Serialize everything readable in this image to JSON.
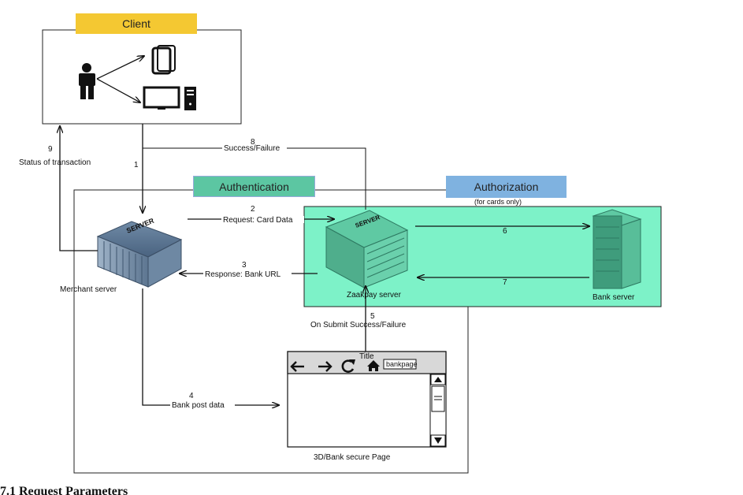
{
  "banners": {
    "client": "Client",
    "authentication": "Authentication",
    "authorization": "Authorization"
  },
  "notes": {
    "cards_only": "(for cards only)"
  },
  "nodes": {
    "merchant_server": "Merchant server",
    "zaakpay_server": "Zaakpay server",
    "bank_server": "Bank server",
    "secure_page": "3D/Bank secure Page",
    "server_brand": "SERVER"
  },
  "steps": [
    {
      "number": "1",
      "label": ""
    },
    {
      "number": "2",
      "label": "Request: Card Data"
    },
    {
      "number": "3",
      "label": "Response: Bank URL"
    },
    {
      "number": "4",
      "label": "Bank post data"
    },
    {
      "number": "5",
      "label": "On Submit Success/Failure"
    },
    {
      "number": "6",
      "label": ""
    },
    {
      "number": "7",
      "label": ""
    },
    {
      "number": "8",
      "label": "Success/Failure"
    },
    {
      "number": "9",
      "label": "Status of transaction"
    }
  ],
  "browser": {
    "title": "Title",
    "address": "bankpage"
  },
  "footer": {
    "text": "7.1  Request Parameters"
  },
  "colors": {
    "client_banner": "#f4c832",
    "authentication_banner": "#5cc6a2",
    "authorization_banner": "#7fb2e0",
    "zaakpay_zone": "#7df2c8"
  },
  "icons": [
    "person-icon",
    "tablet-icon",
    "monitor-icon",
    "desktop-tower-icon",
    "server-icon",
    "back-arrow-icon",
    "forward-arrow-icon",
    "refresh-icon",
    "home-icon",
    "scroll-up-icon",
    "scroll-down-icon",
    "scroll-thumb-icon"
  ]
}
